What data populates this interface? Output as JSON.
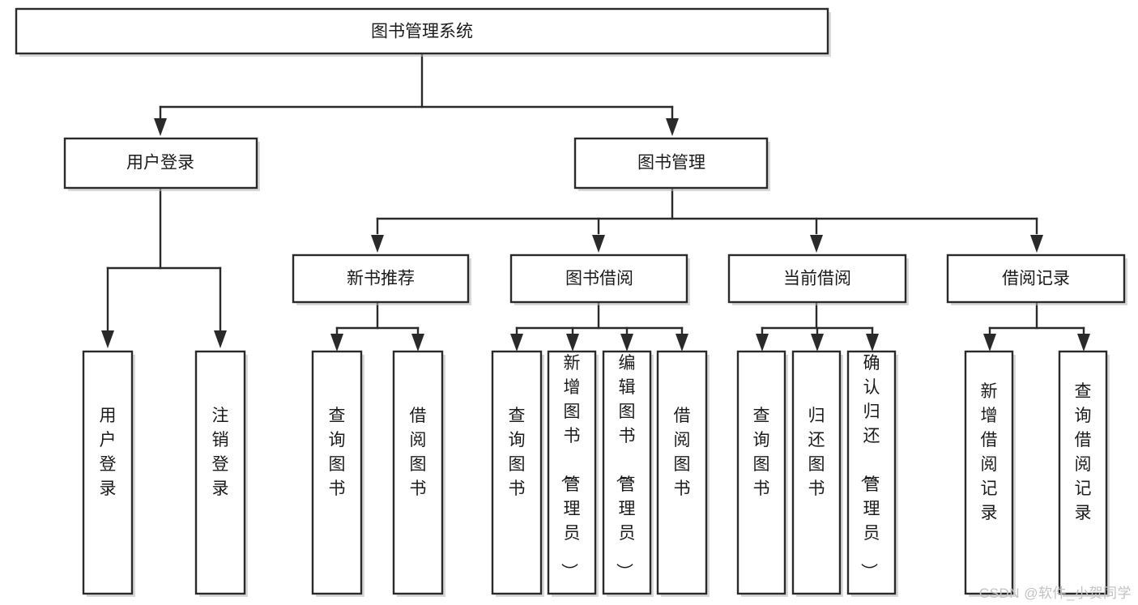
{
  "diagram": {
    "title": "图书管理系统",
    "type": "tree",
    "orientation": "top-down",
    "watermark": "CSDN @软件_小贺同学",
    "colors": {
      "box_fill": "#ffffff",
      "box_stroke": "#2a2a2a",
      "link": "#2a2a2a",
      "text": "#1b1b1b",
      "watermark": "#c2c2c2"
    },
    "levels": {
      "root": {
        "label": "图书管理系统"
      },
      "level2": [
        {
          "id": "user-login",
          "label": "用户登录"
        },
        {
          "id": "book-manage",
          "label": "图书管理"
        }
      ],
      "level3": [
        {
          "id": "new-book-recommend",
          "label": "新书推荐",
          "parent": "book-manage"
        },
        {
          "id": "book-borrow",
          "label": "图书借阅",
          "parent": "book-manage"
        },
        {
          "id": "current-borrow",
          "label": "当前借阅",
          "parent": "book-manage"
        },
        {
          "id": "borrow-record",
          "label": "借阅记录",
          "parent": "book-manage"
        }
      ],
      "leaves": {
        "user-login": [
          {
            "id": "leaf-user-login",
            "label": "用户登录"
          },
          {
            "id": "leaf-logout",
            "label": "注销登录"
          }
        ],
        "new-book-recommend": [
          {
            "id": "leaf-query-book-1",
            "label": "查询图书"
          },
          {
            "id": "leaf-borrow-book-1",
            "label": "借阅图书"
          }
        ],
        "book-borrow": [
          {
            "id": "leaf-query-book-2",
            "label": "查询图书"
          },
          {
            "id": "leaf-add-book",
            "label": "新增图书（管理员）"
          },
          {
            "id": "leaf-edit-book",
            "label": "编辑图书（管理员）"
          },
          {
            "id": "leaf-borrow-book-2",
            "label": "借阅图书"
          }
        ],
        "current-borrow": [
          {
            "id": "leaf-query-book-3",
            "label": "查询图书"
          },
          {
            "id": "leaf-return-book",
            "label": "归还图书"
          },
          {
            "id": "leaf-confirm-return",
            "label": "确认归还（管理员）"
          }
        ],
        "borrow-record": [
          {
            "id": "leaf-add-record",
            "label": "新增借阅记录"
          },
          {
            "id": "leaf-query-record",
            "label": "查询借阅记录"
          }
        ]
      }
    }
  }
}
